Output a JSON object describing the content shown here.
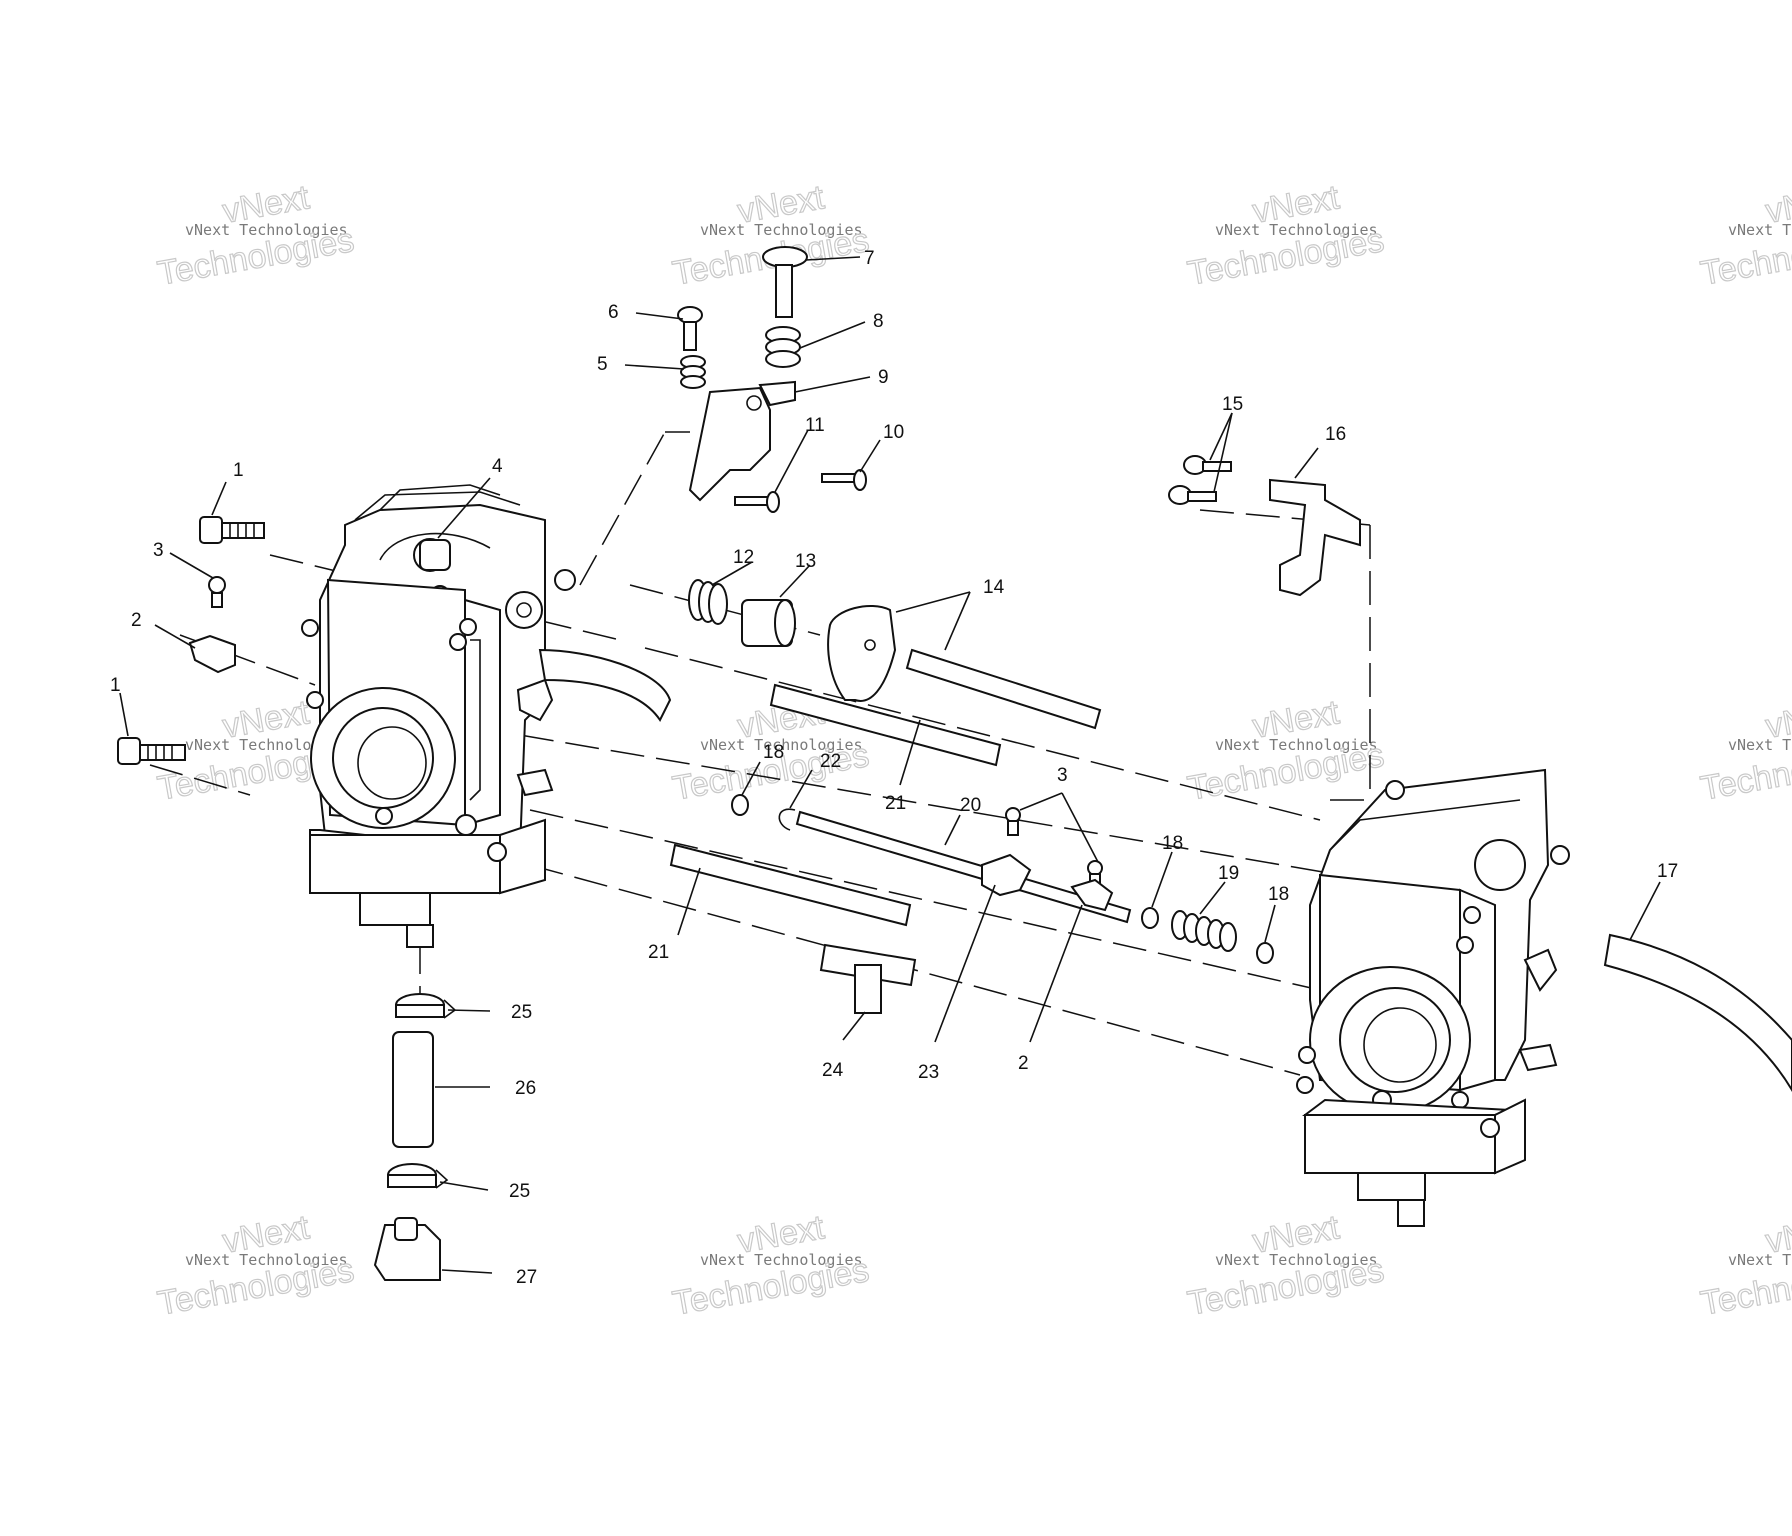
{
  "watermarks": {
    "line1": "vNext Technologies",
    "line2": "vNext",
    "line3": "Technologies"
  },
  "callouts": [
    {
      "id": "c1a",
      "text": "1"
    },
    {
      "id": "c1b",
      "text": "1"
    },
    {
      "id": "c2a",
      "text": "2"
    },
    {
      "id": "c2b",
      "text": "2"
    },
    {
      "id": "c3a",
      "text": "3"
    },
    {
      "id": "c3b",
      "text": "3"
    },
    {
      "id": "c4",
      "text": "4"
    },
    {
      "id": "c5",
      "text": "5"
    },
    {
      "id": "c6",
      "text": "6"
    },
    {
      "id": "c7",
      "text": "7"
    },
    {
      "id": "c8",
      "text": "8"
    },
    {
      "id": "c9",
      "text": "9"
    },
    {
      "id": "c10",
      "text": "10"
    },
    {
      "id": "c11",
      "text": "11"
    },
    {
      "id": "c12",
      "text": "12"
    },
    {
      "id": "c13",
      "text": "13"
    },
    {
      "id": "c14",
      "text": "14"
    },
    {
      "id": "c15",
      "text": "15"
    },
    {
      "id": "c16",
      "text": "16"
    },
    {
      "id": "c17",
      "text": "17"
    },
    {
      "id": "c18a",
      "text": "18"
    },
    {
      "id": "c18b",
      "text": "18"
    },
    {
      "id": "c18c",
      "text": "18"
    },
    {
      "id": "c19",
      "text": "19"
    },
    {
      "id": "c20",
      "text": "20"
    },
    {
      "id": "c21a",
      "text": "21"
    },
    {
      "id": "c21b",
      "text": "21"
    },
    {
      "id": "c22",
      "text": "22"
    },
    {
      "id": "c23",
      "text": "23"
    },
    {
      "id": "c24",
      "text": "24"
    },
    {
      "id": "c25a",
      "text": "25"
    },
    {
      "id": "c25b",
      "text": "25"
    },
    {
      "id": "c26",
      "text": "26"
    },
    {
      "id": "c27",
      "text": "27"
    }
  ]
}
